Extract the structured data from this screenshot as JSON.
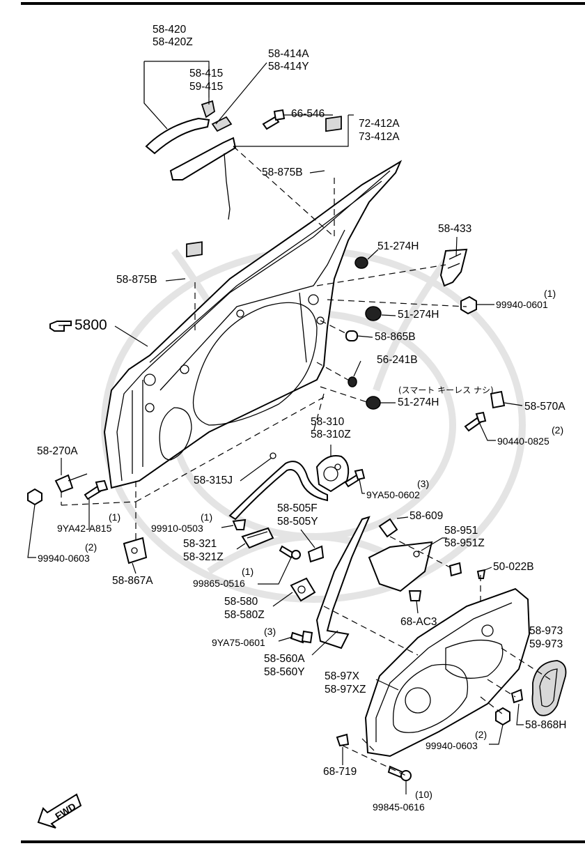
{
  "diagram": {
    "main_assembly_label": "5800",
    "note_label": "(スマート キーレス ナシ)",
    "fwd_label": "FWD",
    "watermark_icon": "logo-watermark-icon",
    "pointer_icon": "pointing-hand-icon",
    "part_labels": [
      {
        "id": "58-420",
        "text": "58-420"
      },
      {
        "id": "58-420Z",
        "text": "58-420Z"
      },
      {
        "id": "58-415",
        "text": "58-415"
      },
      {
        "id": "59-415",
        "text": "59-415"
      },
      {
        "id": "58-414A",
        "text": "58-414A"
      },
      {
        "id": "58-414Y",
        "text": "58-414Y"
      },
      {
        "id": "66-546",
        "text": "66-546"
      },
      {
        "id": "72-412A",
        "text": "72-412A"
      },
      {
        "id": "73-412A",
        "text": "73-412A"
      },
      {
        "id": "58-875B-top",
        "text": "58-875B"
      },
      {
        "id": "58-433",
        "text": "58-433"
      },
      {
        "id": "51-274H-1",
        "text": "51-274H"
      },
      {
        "id": "58-875B-left",
        "text": "58-875B"
      },
      {
        "id": "qty-1-99940-0601",
        "text": "(1)"
      },
      {
        "id": "99940-0601",
        "text": "99940-0601"
      },
      {
        "id": "51-274H-2",
        "text": "51-274H"
      },
      {
        "id": "58-865B",
        "text": "58-865B"
      },
      {
        "id": "56-241B",
        "text": "56-241B"
      },
      {
        "id": "51-274H-3",
        "text": "51-274H"
      },
      {
        "id": "58-570A",
        "text": "58-570A"
      },
      {
        "id": "qty-2-90440-0825",
        "text": "(2)"
      },
      {
        "id": "90440-0825",
        "text": "90440-0825"
      },
      {
        "id": "58-310",
        "text": "58-310"
      },
      {
        "id": "58-310Z",
        "text": "58-310Z"
      },
      {
        "id": "58-270A",
        "text": "58-270A"
      },
      {
        "id": "58-315J",
        "text": "58-315J"
      },
      {
        "id": "qty-3-9YA50-0602",
        "text": "(3)"
      },
      {
        "id": "9YA50-0602",
        "text": "9YA50-0602"
      },
      {
        "id": "qty-1-9YA42-A815",
        "text": "(1)"
      },
      {
        "id": "9YA42-A815",
        "text": "9YA42-A815"
      },
      {
        "id": "qty-2-99940-0603-a",
        "text": "(2)"
      },
      {
        "id": "99940-0603-a",
        "text": "99940-0603"
      },
      {
        "id": "qty-1-99910-0503",
        "text": "(1)"
      },
      {
        "id": "99910-0503",
        "text": "99910-0503"
      },
      {
        "id": "58-505F",
        "text": "58-505F"
      },
      {
        "id": "58-505Y",
        "text": "58-505Y"
      },
      {
        "id": "58-609",
        "text": "58-609"
      },
      {
        "id": "58-951",
        "text": "58-951"
      },
      {
        "id": "58-951Z",
        "text": "58-951Z"
      },
      {
        "id": "58-321",
        "text": "58-321"
      },
      {
        "id": "58-321Z",
        "text": "58-321Z"
      },
      {
        "id": "58-867A",
        "text": "58-867A"
      },
      {
        "id": "qty-1-99865-0516",
        "text": "(1)"
      },
      {
        "id": "99865-0516",
        "text": "99865-0516"
      },
      {
        "id": "50-022B",
        "text": "50-022B"
      },
      {
        "id": "58-580",
        "text": "58-580"
      },
      {
        "id": "58-580Z",
        "text": "58-580Z"
      },
      {
        "id": "68-AC3",
        "text": "68-AC3"
      },
      {
        "id": "qty-3-9YA75-0601",
        "text": "(3)"
      },
      {
        "id": "9YA75-0601",
        "text": "9YA75-0601"
      },
      {
        "id": "58-973",
        "text": "58-973"
      },
      {
        "id": "59-973",
        "text": "59-973"
      },
      {
        "id": "58-560A",
        "text": "58-560A"
      },
      {
        "id": "58-560Y",
        "text": "58-560Y"
      },
      {
        "id": "58-97X",
        "text": "58-97X"
      },
      {
        "id": "58-97XZ",
        "text": "58-97XZ"
      },
      {
        "id": "58-868H",
        "text": "58-868H"
      },
      {
        "id": "qty-2-99940-0603-b",
        "text": "(2)"
      },
      {
        "id": "99940-0603-b",
        "text": "99940-0603"
      },
      {
        "id": "68-719",
        "text": "68-719"
      },
      {
        "id": "qty-10-99845-0616",
        "text": "(10)"
      },
      {
        "id": "99845-0616",
        "text": "99845-0616"
      }
    ]
  }
}
